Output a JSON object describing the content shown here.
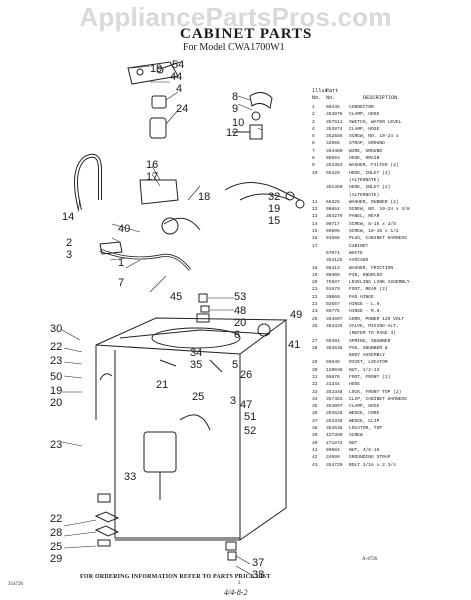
{
  "watermark": "AppliancePartsPros.com",
  "title": "CABINET PARTS",
  "subtitle": "For Model CWA1700W1",
  "table_header": {
    "col1_top": "Illus.",
    "col1": "No.",
    "col2_top": "Part",
    "col2": "No.",
    "col3": "DESCRIPTION"
  },
  "parts": [
    [
      "1",
      "96445",
      "CONNECTOR"
    ],
    [
      "2",
      "353978",
      "CLAMP, HOSE"
    ],
    [
      "3",
      "357511",
      "SWITCH, WATER LEVEL"
    ],
    [
      "4",
      "353874",
      "CLAMP, HOSE"
    ],
    [
      "5",
      "352688",
      "SCREW, NO. 10-24 x"
    ],
    [
      "6",
      "32965",
      "STRAP, GROUND"
    ],
    [
      "7",
      "364489",
      "WIRE, GROUND"
    ],
    [
      "8",
      "96563",
      "HOSE, DRAIN"
    ],
    [
      "9",
      "353362",
      "WASHER, FILTER (2)"
    ],
    [
      "10",
      "95329",
      "HOSE, INLET (2)"
    ],
    [
      "",
      "",
      "(ALTERNATE)"
    ],
    [
      "",
      "351450",
      "HOSE, INLET (2)"
    ],
    [
      "",
      "",
      "(ALTERNATE)"
    ],
    [
      "11",
      "56325",
      "WASHER, RUBBER (2)"
    ],
    [
      "12",
      "96864",
      "SCREW, NO. 10-24 x 3/8"
    ],
    [
      "13",
      "364279",
      "PANEL, REAR"
    ],
    [
      "14",
      "90717",
      "SCREW, 8-15 x 3/8"
    ],
    [
      "15",
      "90605",
      "SCREW, 10-16 x 1/2"
    ],
    [
      "16",
      "94666",
      "PLUG, CABINET HARNESS"
    ],
    [
      "17",
      "",
      "CABINET"
    ],
    [
      "",
      "67074",
      "WHITE"
    ],
    [
      "",
      "354125",
      "AVOCADO"
    ],
    [
      "18",
      "96413",
      "WASHER, FRICTION"
    ],
    [
      "19",
      "90409",
      "PIN, KNURLED"
    ],
    [
      "20",
      "75587",
      "LEVELING LINK ASSEMBLY"
    ],
    [
      "21",
      "91879",
      "FOOT, REAR (2)"
    ],
    [
      "22",
      "38069",
      "PAD HINGE"
    ],
    [
      "23",
      "92667",
      "HINGE - L.H."
    ],
    [
      "24",
      "96775",
      "HINGE - R.H."
    ],
    [
      "25",
      "354607",
      "CORD, POWER 120 VOLT"
    ],
    [
      "26",
      "363425",
      "VALVE, MIXING-ALT."
    ],
    [
      "",
      "",
      "(REFER TO PAGE 4)"
    ],
    [
      "27",
      "95494",
      "SPRING, SNUBBER"
    ],
    [
      "28",
      "363635",
      "PAD, SNUBBER &"
    ],
    [
      "",
      "",
      "BODY ASSEMBLY"
    ],
    [
      "29",
      "96849",
      "RIVET, LOCATOR"
    ],
    [
      "30",
      "120038",
      "NUT, 1/2-13"
    ],
    [
      "31",
      "95876",
      "FOOT, FRONT (2)"
    ],
    [
      "32",
      "31344",
      "HOSE"
    ],
    [
      "33",
      "353348",
      "LOCK, FRONT TOP (2)"
    ],
    [
      "34",
      "357453",
      "CLIP, CABINET HARNESS"
    ],
    [
      "35",
      "353897",
      "CLAMP, HOSE"
    ],
    [
      "36",
      "353528",
      "WEDGE, CORE"
    ],
    [
      "37",
      "353338",
      "WEDGE, CLIP"
    ],
    [
      "38",
      "353635",
      "LOCATOR, TOP"
    ],
    [
      "39",
      "427390",
      "SCREW"
    ],
    [
      "40",
      "271872",
      "NUT"
    ],
    [
      "41",
      "90984",
      "NUT, 3/8-16"
    ],
    [
      "42",
      "34999",
      "GROUNDING STRAP"
    ],
    [
      "43",
      "354720",
      "BOLT 3/16 x 2 3/4"
    ]
  ],
  "callouts": [
    "19",
    "54",
    "44",
    "4",
    "24",
    "8",
    "9",
    "10",
    "12",
    "16",
    "17",
    "18",
    "14",
    "32",
    "19",
    "15",
    "2",
    "3",
    "40",
    "1",
    "7",
    "45",
    "53",
    "48",
    "20",
    "6",
    "49",
    "41",
    "30",
    "22",
    "23",
    "50",
    "34",
    "35",
    "5",
    "21",
    "25",
    "19",
    "20",
    "26",
    "47",
    "51",
    "52",
    "33",
    "23",
    "22",
    "28",
    "25",
    "26",
    "29",
    "37",
    "38",
    "3"
  ],
  "figure_code": "A-4726",
  "footer_note": "FOR ORDERING INFORMATION REFER TO PARTS PRICE LIST",
  "doc_number": "354726",
  "page_number": "2",
  "handwritten": "4/4-8-2"
}
